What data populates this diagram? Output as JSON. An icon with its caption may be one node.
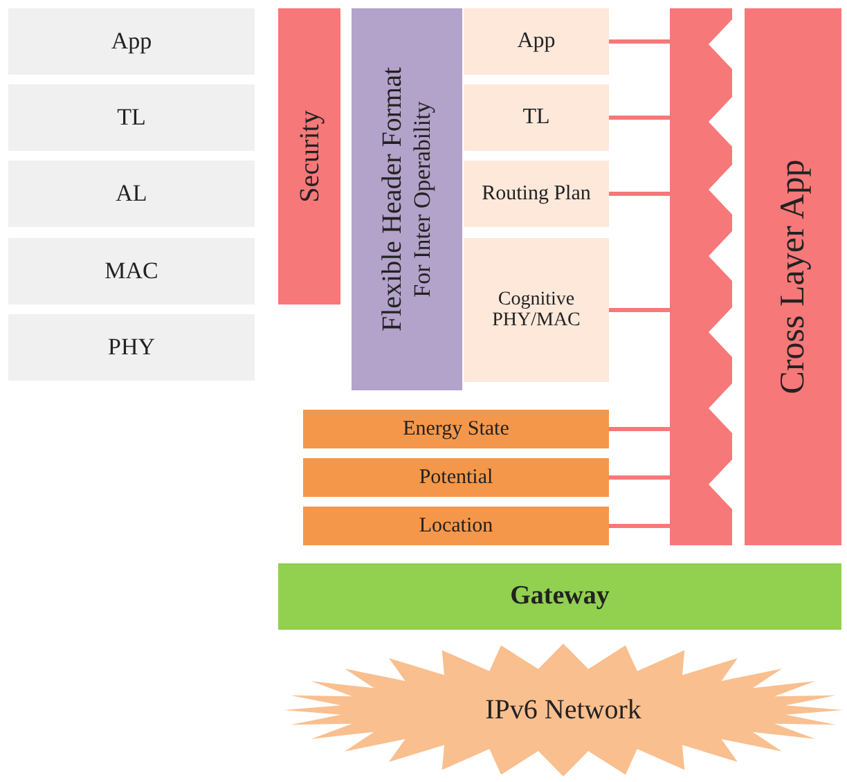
{
  "diagram": {
    "nodes": [
      {
        "text": [
          "App"
        ]
      },
      {
        "text": [
          "TL"
        ]
      },
      {
        "text": [
          "AL"
        ]
      },
      {
        "text": [
          "MAC"
        ]
      },
      {
        "text": [
          "PHY"
        ]
      },
      {
        "text": [
          "Security"
        ]
      },
      {
        "text": [
          "Flexible Header Format",
          "For Inter Operability"
        ]
      },
      {
        "text": [
          "App"
        ]
      },
      {
        "text": [
          "TL"
        ]
      },
      {
        "text": [
          "Routing Plan"
        ]
      },
      {
        "text": [
          "Cognitive PHY/MAC"
        ]
      },
      {
        "text": [
          "Energy State"
        ]
      },
      {
        "text": [
          "Potential"
        ]
      },
      {
        "text": [
          "Location"
        ]
      },
      {
        "text": [],
        "shape": "bar"
      },
      {
        "text": [
          "Cross Layer App"
        ]
      },
      {
        "text": [
          "Gateway"
        ]
      },
      {
        "text": [
          "IPv6 Network"
        ]
      }
    ],
    "edges": [
      {
        "from": 7,
        "to": 14,
        "arrow": "none"
      },
      {
        "from": 8,
        "to": 14,
        "arrow": "none"
      },
      {
        "from": 9,
        "to": 14,
        "arrow": "none"
      },
      {
        "from": 10,
        "to": 14,
        "arrow": "none"
      },
      {
        "from": 11,
        "to": 14,
        "arrow": "none"
      },
      {
        "from": 12,
        "to": 14,
        "arrow": "none"
      },
      {
        "from": 13,
        "to": 14,
        "arrow": "none"
      }
    ]
  }
}
